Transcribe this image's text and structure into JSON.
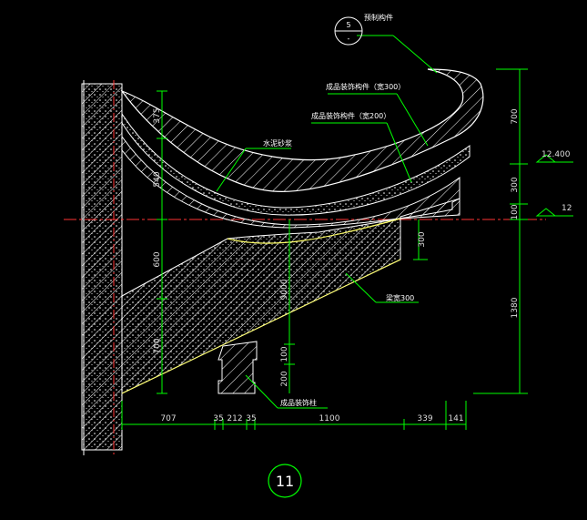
{
  "colors": {
    "background": "#000000",
    "concrete": "#ffffff",
    "dimension": "#00ff00",
    "axis": "#ff0000",
    "leader": "#00ff00",
    "outline": "#ffff66",
    "text": "#ffffff"
  },
  "callout": {
    "number": "5",
    "sub": "-",
    "text": "预制构件"
  },
  "labels": {
    "component_300": "成品装饰构件（宽300）",
    "component_200": "成品装饰构件（宽200）",
    "mortar": "水泥砂浆",
    "beam": "梁宽300",
    "pillar": "成品装饰柱"
  },
  "dims_vertical_left": [
    "375",
    "540",
    "600",
    "700"
  ],
  "dims_vertical_mid": [
    "9000",
    "100",
    "200"
  ],
  "dim_300_right": "300",
  "dims_vertical_right": [
    "700",
    "300",
    "100",
    "1380"
  ],
  "elevations": [
    "12.400",
    "12"
  ],
  "dims_horizontal": [
    "707",
    "35",
    "212",
    "35",
    "1100",
    "339",
    "141"
  ],
  "detail_number": "11"
}
